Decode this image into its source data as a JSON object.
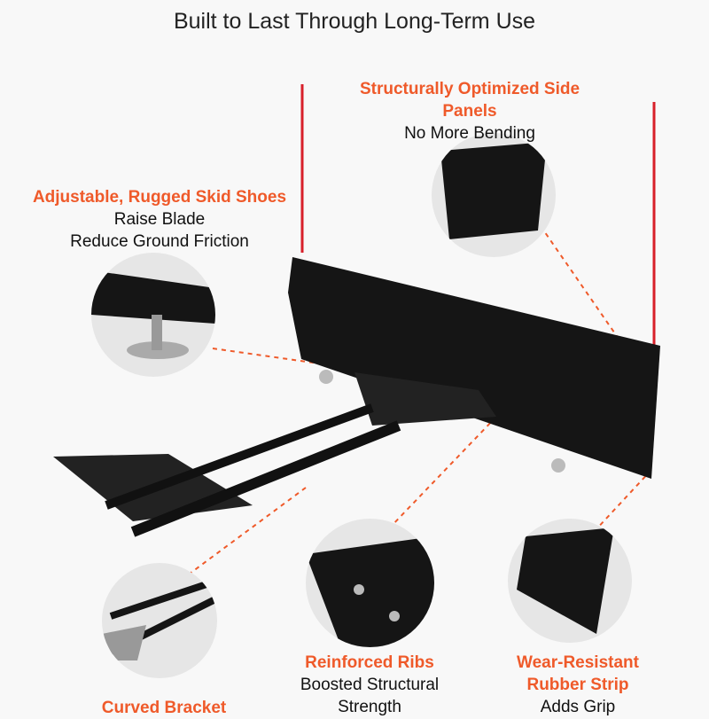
{
  "subtitle": "Built to Last Through Long-Term Use",
  "features": {
    "side_panels": {
      "title": "Structurally Optimized Side Panels",
      "desc": "No More Bending"
    },
    "skid_shoes": {
      "title": "Adjustable, Rugged Skid Shoes",
      "desc1": "Raise Blade",
      "desc2": "Reduce Ground Friction"
    },
    "ribs": {
      "title": "Reinforced Ribs",
      "desc1": "Boosted Structural",
      "desc2": "Strength"
    },
    "rubber_strip": {
      "title1": "Wear-Resistant",
      "title2": "Rubber Strip",
      "desc": "Adds Grip"
    },
    "bracket": {
      "title": "Curved Bracket"
    }
  },
  "colors": {
    "accent": "#ef5a2a",
    "blade": "#151515",
    "marker": "#d8202a"
  }
}
